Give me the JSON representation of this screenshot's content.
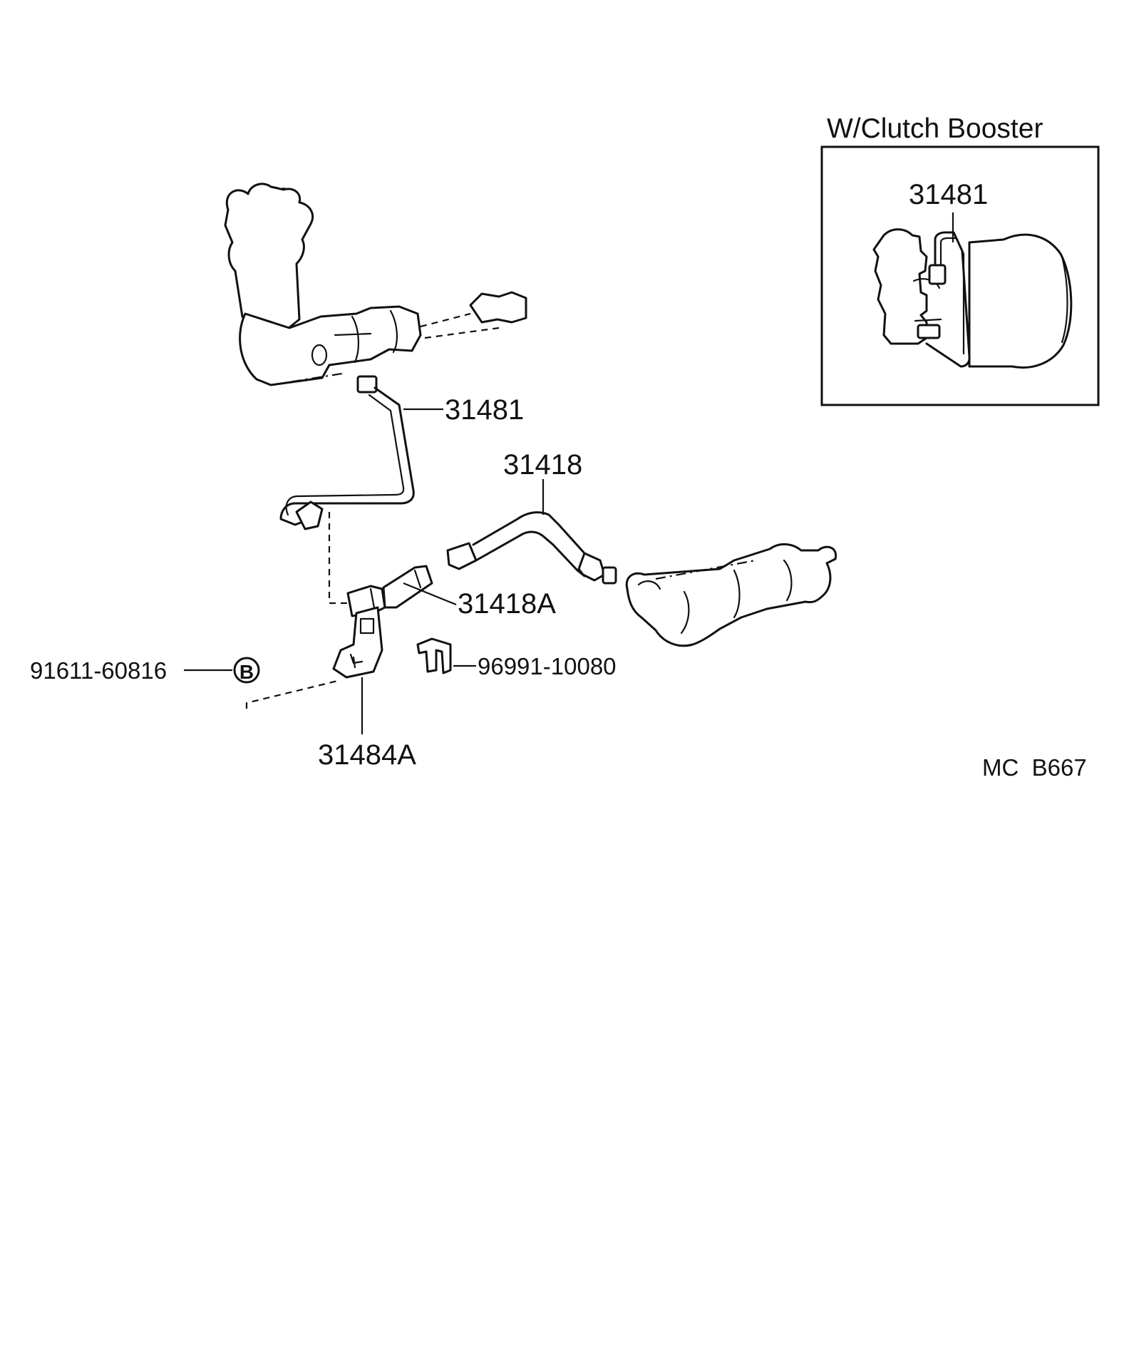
{
  "inset": {
    "title": "W/Clutch Booster",
    "part_label": "31481"
  },
  "parts": {
    "clutch_tube": "31481",
    "flexible_hose": "31418",
    "union": "31418A",
    "bolt": "91611-60816",
    "bolt_marker": "B",
    "clip": "96991-10080",
    "bracket": "31484A"
  },
  "diagram_code": "MC  B667"
}
